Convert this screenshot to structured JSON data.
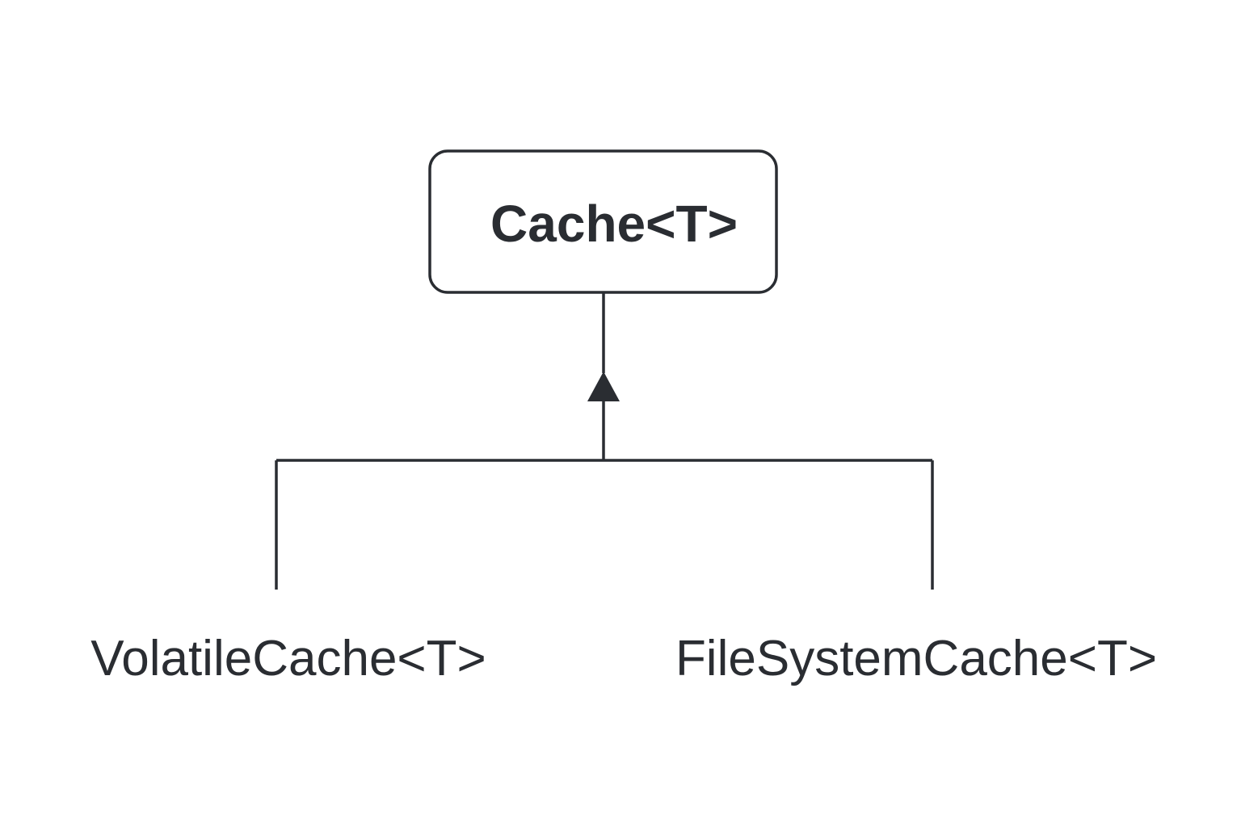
{
  "diagram": {
    "type": "class-inheritance",
    "base_class": {
      "name": "Cache<T>"
    },
    "subclasses": [
      {
        "name": "VolatileCache<T>"
      },
      {
        "name": "FileSystemCache<T>"
      }
    ],
    "relationship": "generalization",
    "colors": {
      "stroke": "#2a2d32",
      "text": "#2a2d32",
      "background": "#ffffff"
    }
  }
}
